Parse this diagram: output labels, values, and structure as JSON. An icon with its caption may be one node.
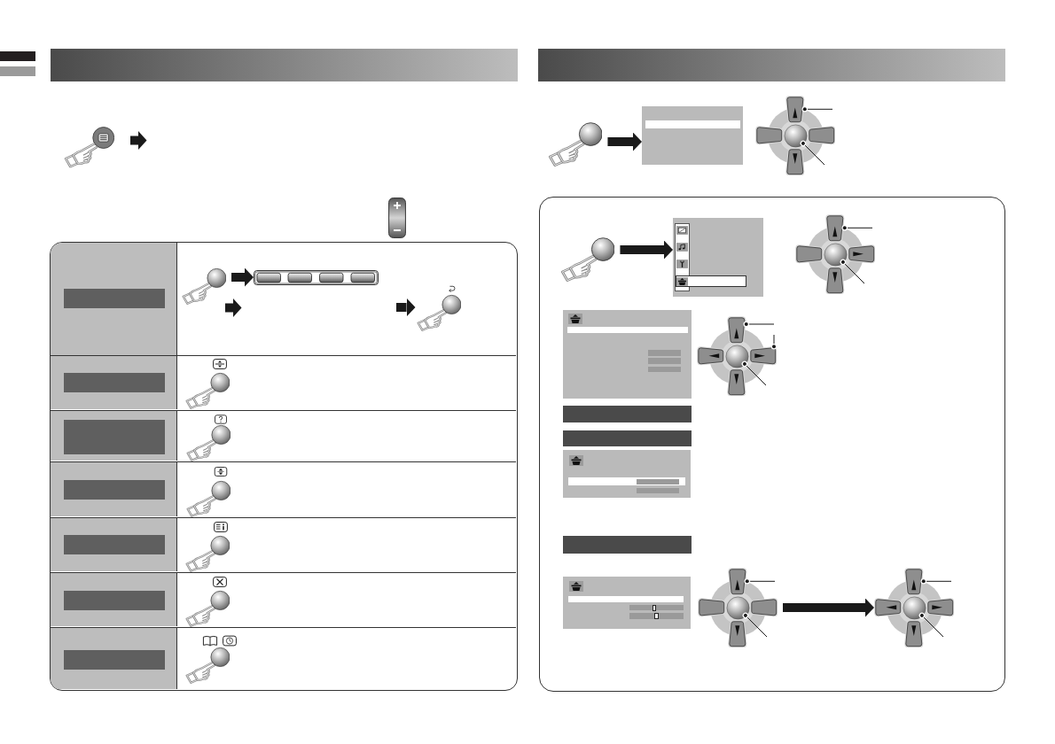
{
  "diagram": {
    "nodes": [
      {
        "text": [],
        "shape": "picture"
      },
      {
        "text": [],
        "shape": "bar"
      },
      {
        "text": [],
        "shape": "picture"
      },
      {
        "text": [],
        "shape": "picture"
      },
      {
        "text": [],
        "shape": "picture"
      },
      {
        "text": [],
        "shape": "bar"
      },
      {
        "text": [],
        "shape": "bar"
      },
      {
        "text": [],
        "shape": "bar"
      },
      {
        "text": [],
        "shape": "bar"
      },
      {
        "text": [],
        "shape": "bar"
      },
      {
        "text": [],
        "shape": "bar"
      },
      {
        "text": [],
        "shape": "picture"
      },
      {
        "text": [],
        "shape": "box"
      },
      {
        "text": [],
        "shape": "picture"
      },
      {
        "text": [],
        "shape": "button"
      },
      {
        "text": [],
        "shape": "button"
      },
      {
        "text": [],
        "shape": "circle",
        "in": 13
      },
      {
        "text": [],
        "shape": "button"
      },
      {
        "text": [],
        "shape": "button"
      },
      {
        "text": [],
        "shape": "picture"
      },
      {
        "text": [],
        "shape": "box"
      },
      {
        "text": [],
        "shape": "picture"
      },
      {
        "text": [],
        "shape": "button"
      },
      {
        "text": [],
        "shape": "button"
      },
      {
        "text": [],
        "shape": "circle",
        "in": 21
      },
      {
        "text": [],
        "shape": "button"
      },
      {
        "text": [],
        "shape": "button"
      },
      {
        "text": [],
        "shape": "picture"
      },
      {
        "text": [],
        "shape": "button"
      },
      {
        "text": [],
        "shape": "button"
      },
      {
        "text": [],
        "shape": "circle",
        "in": 27
      },
      {
        "text": [],
        "shape": "button"
      },
      {
        "text": [],
        "shape": "button"
      },
      {
        "text": [],
        "shape": "bar"
      },
      {
        "text": [],
        "shape": "bar"
      },
      {
        "text": [],
        "shape": "bar"
      },
      {
        "text": [],
        "shape": "picture"
      },
      {
        "text": [],
        "shape": "button"
      },
      {
        "text": [],
        "shape": "button"
      },
      {
        "text": [],
        "shape": "circle",
        "in": 36
      },
      {
        "text": [],
        "shape": "button"
      },
      {
        "text": [],
        "shape": "button"
      },
      {
        "text": [],
        "shape": "picture"
      },
      {
        "text": [],
        "shape": "button"
      },
      {
        "text": [],
        "shape": "button"
      },
      {
        "text": [],
        "shape": "circle",
        "in": 42
      },
      {
        "text": [],
        "shape": "button"
      },
      {
        "text": [],
        "shape": "button"
      }
    ],
    "edges": [
      {
        "from": 2,
        "to": 3,
        "arrow": "to",
        "style": "thick"
      },
      {
        "from": null,
        "to": 4,
        "arrow": "to",
        "style": "thick"
      },
      {
        "from": 11,
        "to": 12,
        "arrow": "to",
        "style": "thick"
      },
      {
        "from": null,
        "to": 14,
        "arrow": "other"
      },
      {
        "from": null,
        "to": 16,
        "arrow": "other"
      },
      {
        "from": 19,
        "to": 20,
        "arrow": "to",
        "style": "thick"
      },
      {
        "from": null,
        "to": 22,
        "arrow": "other"
      },
      {
        "from": null,
        "to": 24,
        "arrow": "other"
      },
      {
        "from": null,
        "to": 28,
        "arrow": "other"
      },
      {
        "from": null,
        "to": 31,
        "arrow": "other"
      },
      {
        "from": null,
        "to": 30,
        "arrow": "other"
      },
      {
        "from": null,
        "to": 37,
        "arrow": "other"
      },
      {
        "from": null,
        "to": 39,
        "arrow": "other"
      },
      {
        "from": 40,
        "to": 44,
        "arrow": "to",
        "style": "thick"
      },
      {
        "from": null,
        "to": 43,
        "arrow": "other"
      },
      {
        "from": null,
        "to": 45,
        "arrow": "other"
      }
    ]
  }
}
